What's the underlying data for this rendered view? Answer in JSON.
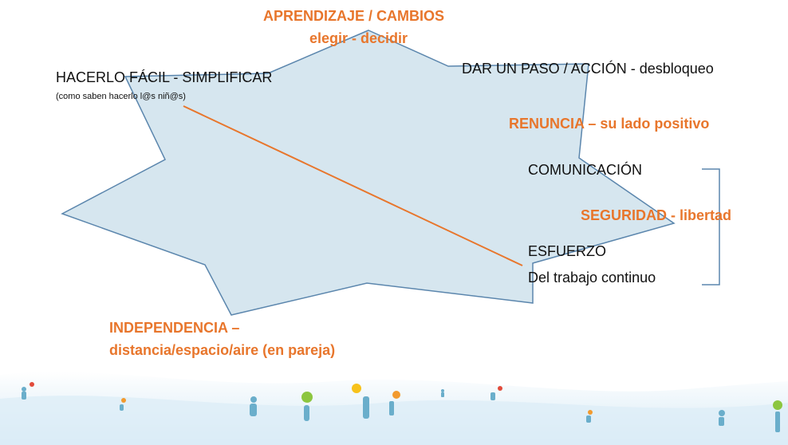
{
  "colors": {
    "accent": "#e8762c",
    "star_fill": "#d6e6ef",
    "star_stroke": "#5b86ad",
    "text": "#111111",
    "bracket": "#5b86ad"
  },
  "labels": {
    "aprendizaje": "APRENDIZAJE / CAMBIOS",
    "elegir": "elegir - decidir",
    "dar_paso": "DAR UN PASO / ACCIÓN - desbloqueo",
    "hacerlo_facil": "HACERLO FÁCIL  - SIMPLIFICAR",
    "como_saben": "(como saben  hacerlo l@s  niñ@s)",
    "renuncia": "RENUNCIA – su lado positivo",
    "comunicacion": "COMUNICACIÓN",
    "seguridad": "SEGURIDAD  - libertad",
    "esfuerzo": "ESFUERZO",
    "trabajo": "Del trabajo continuo",
    "independencia": "INDEPENDENCIA –",
    "distancia": "distancia/espacio/aire (en pareja)"
  },
  "decoration": {
    "footer_figures": [
      "person-icon",
      "balloon-icon"
    ]
  }
}
